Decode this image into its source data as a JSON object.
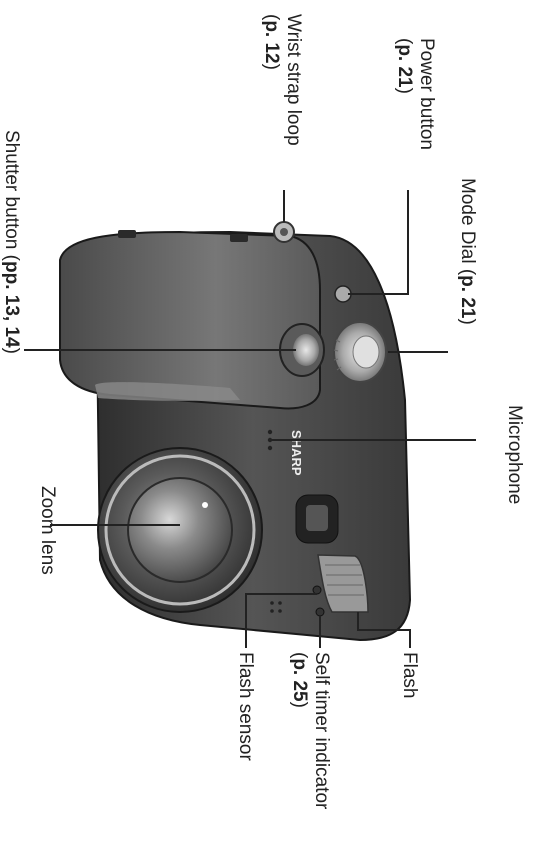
{
  "labels": {
    "power_button": "Power button",
    "power_button_page": "p. 21",
    "wrist_strap_loop": "Wrist strap loop",
    "wrist_strap_page": "p. 12",
    "mode_dial": "Mode Dial",
    "mode_dial_page": "p. 21",
    "shutter_button": "Shutter button",
    "shutter_button_pages": "pp. 13, 14",
    "microphone": "Microphone",
    "zoom_lens": "Zoom lens",
    "flash": "Flash",
    "self_timer_indicator": "Self timer indicator",
    "self_timer_page": "p. 25",
    "flash_sensor": "Flash sensor"
  },
  "brand": "SHARP",
  "colors": {
    "body_dark": "#3a3a3a",
    "body_mid": "#5a5a5a",
    "body_light": "#8a8a8a",
    "metal": "#c8c8c8",
    "line": "#222222"
  }
}
